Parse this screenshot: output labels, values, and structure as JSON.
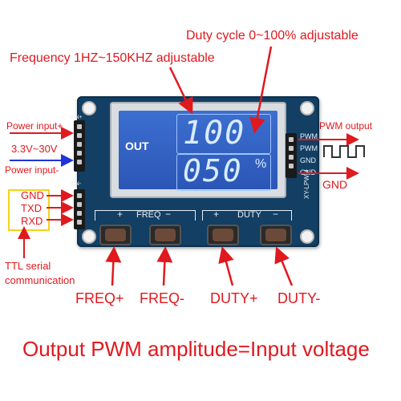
{
  "labels": {
    "duty_cycle_title": "Duty cycle 0~100% adjustable",
    "frequency_title": "Frequency 1HZ~150KHZ adjustable",
    "power_input_plus": "Power input+",
    "power_voltage": "3.3V~30V",
    "power_input_minus": "Power input-",
    "pwm_output": "PWM output",
    "gnd_right": "GND",
    "ttl_serial_line1": "TTL serial",
    "ttl_serial_line2": "communication",
    "gnd_left": "GND",
    "txd": "TXD",
    "rxd": "RXD",
    "freq_plus": "FREQ+",
    "freq_minus": "FREQ-",
    "duty_plus": "DUTY+",
    "duty_minus": "DUTY-",
    "bottom_note": "Output PWM amplitude=Input voltage"
  },
  "board": {
    "lcd_out": "OUT",
    "lcd_freq": "100",
    "lcd_duty": "050",
    "lcd_percent": "%",
    "silk_vin_plus": "VIN+",
    "silk_vin_minus": "VIN-",
    "silk_pwm1": "PWM",
    "silk_pwm2": "PWM",
    "silk_gnd1": "GND",
    "silk_gnd2": "GND",
    "silk_freq": "FREQ",
    "silk_duty": "DUTY",
    "silk_plus1": "+",
    "silk_minus1": "−",
    "silk_plus2": "+",
    "silk_minus2": "−",
    "silk_model": "XY-LPWM"
  },
  "colors": {
    "annotation": "#e0191f",
    "board": "#123f63",
    "lcd": "#2b56b6",
    "highlight_box": "#f4d31a"
  }
}
